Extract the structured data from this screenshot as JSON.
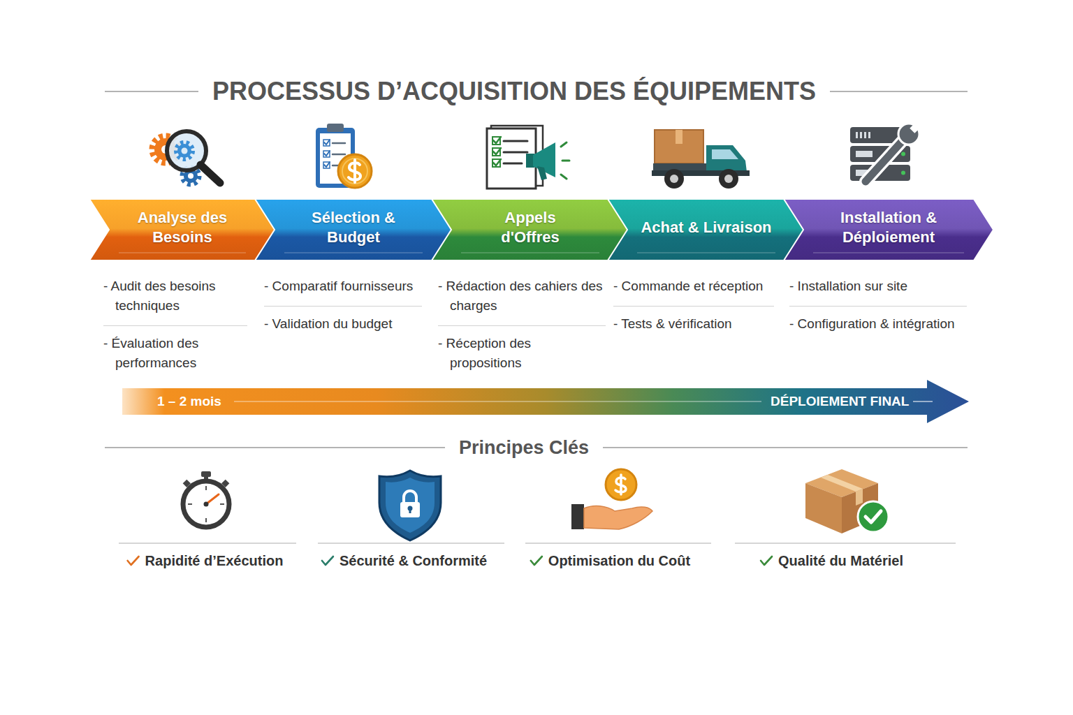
{
  "diagram": {
    "title": "PROCESSUS D’ACQUISITION DES ÉQUIPEMENTS",
    "nodes": [
      {
        "text": [
          "Analyse des Besoins"
        ]
      },
      {
        "text": [
          "Sélection & Budget"
        ]
      },
      {
        "text": [
          "Appels d'Offres"
        ]
      },
      {
        "text": [
          "Achat & Livraison"
        ]
      },
      {
        "text": [
          "Installation & Déploiement"
        ]
      },
      {
        "text": [
          "1 – 2 mois",
          "DÉPLOIEMENT FINAL"
        ]
      }
    ],
    "labels": [
      "- Audit des besoins techniques",
      "- Évaluation des performances",
      "- Comparatif fournisseurs",
      "- Validation du budget",
      "- Rédaction des cahiers des charges",
      "- Réception des propositions",
      "- Commande et réception",
      "- Tests & vérification",
      "- Installation sur site",
      "- Configuration & intégration",
      "Principes Clés",
      "Rapidité d’Exécution",
      "Sécurité & Conformité",
      "Optimisation du Coût",
      "Qualité du Matériel"
    ]
  }
}
